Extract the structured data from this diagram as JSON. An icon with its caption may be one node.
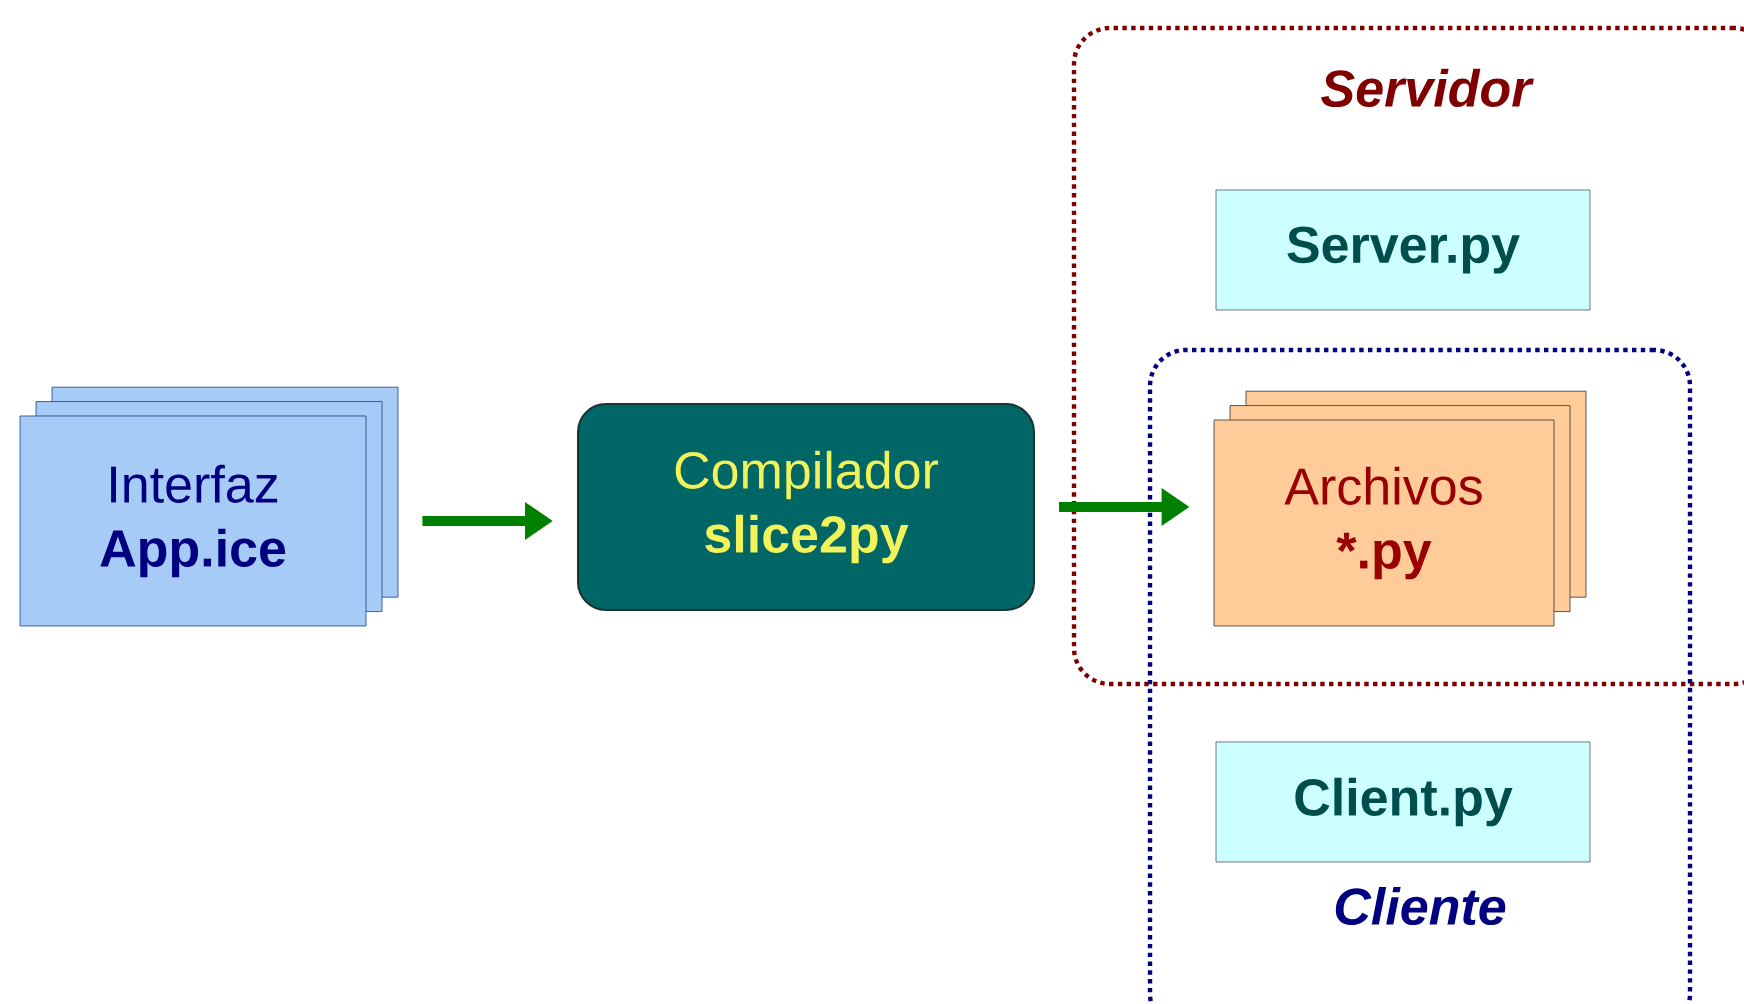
{
  "diagram": {
    "nodes": [
      {
        "text": [
          "Interfaz",
          "App.ice"
        ]
      },
      {
        "text": [
          "Compilador",
          "slice2py"
        ]
      },
      {
        "text": [
          "Servidor"
        ]
      },
      {
        "text": [
          "Server.py"
        ],
        "in": 2
      },
      {
        "text": [
          "Cliente"
        ]
      },
      {
        "text": [
          "Archivos",
          "*.py"
        ]
      },
      {
        "text": [
          "Client.py"
        ],
        "in": 4
      }
    ],
    "edges": [
      {
        "from": 0,
        "to": 1,
        "arrow": "to"
      },
      {
        "from": 1,
        "to": 5,
        "arrow": "to"
      }
    ]
  }
}
